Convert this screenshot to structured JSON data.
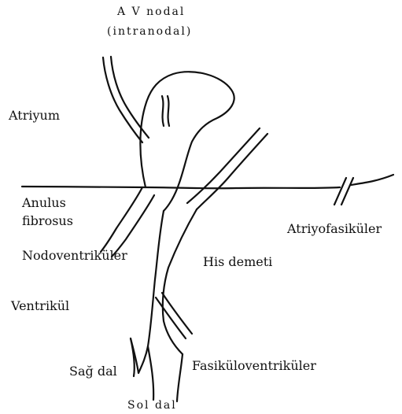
{
  "labels": {
    "av_nodal": "A V nodal",
    "intranodal": "(intranodal)",
    "atriyum": "Atriyum",
    "anulus": "Anulus",
    "fibrosus": "fibrosus",
    "atriyofasikuler": "Atriyofasiküler",
    "nodoventrikuler": "Nodoventriküler",
    "his_demeti": "His demeti",
    "ventrikul": "Ventrikül",
    "sag_dal": "Sağ dal",
    "fasikuloventrikuler": "Fasiküloventriküler",
    "sol_dal": "Sol dal"
  },
  "colors": {
    "ink": "#111111",
    "background": "#ffffff"
  }
}
